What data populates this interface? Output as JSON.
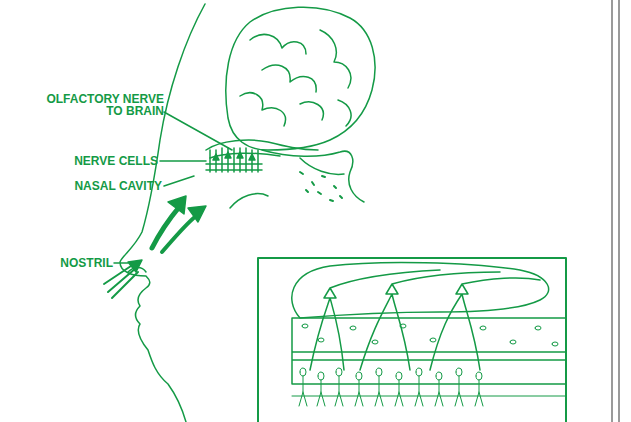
{
  "diagram": {
    "labels": [
      "OLFACTORY NERVE TO BRAIN",
      "NERVE CELLS",
      "NASAL CAVITY",
      "NOSTRIL"
    ]
  }
}
